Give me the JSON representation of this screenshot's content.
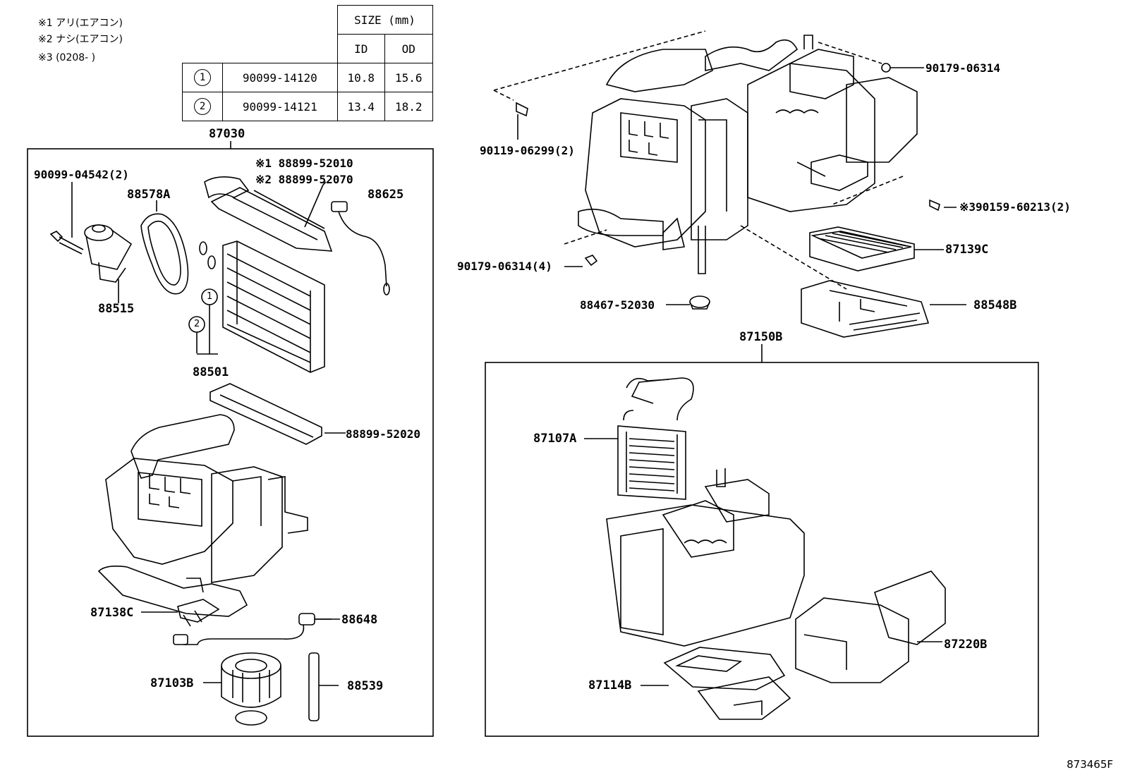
{
  "notes": [
    "※1 アリ(エアコン)",
    "※2 ナシ(エアコン)",
    "※3 (0208-   )"
  ],
  "size_table": {
    "header": "SIZE (mm)",
    "col_id": "ID",
    "col_od": "OD",
    "rows": [
      {
        "mark": "1",
        "part": "90099-14120",
        "id": "10.8",
        "od": "15.6"
      },
      {
        "mark": "2",
        "part": "90099-14121",
        "id": "13.4",
        "od": "18.2"
      }
    ]
  },
  "assembly_left": {
    "title": "87030",
    "parts": {
      "p90099_04542": "90099-04542(2)",
      "p88578A": "88578A",
      "p88515": "88515",
      "p88899_52010": "※1 88899-52010",
      "p88899_52070": "※2 88899-52070",
      "p88625": "88625",
      "p88501": "88501",
      "mark1": "1",
      "mark2": "2",
      "p88899_52020": "88899-52020",
      "p87138C": "87138C",
      "p88648": "88648",
      "p87103B": "87103B",
      "p88539": "88539"
    }
  },
  "top_right": {
    "p90179_06314_a": "90179-06314",
    "p90119_06299": "90119-06299(2)",
    "p90159_60213": "※390159-60213(2)",
    "p87139C": "87139C",
    "p90179_06314_b": "90179-06314(4)",
    "p88467_52030": "88467-52030",
    "p88548B": "88548B"
  },
  "assembly_right": {
    "title": "87150B",
    "parts": {
      "p87107A": "87107A",
      "p87220B": "87220B",
      "p87114B": "87114B"
    }
  },
  "figure_code": "873465F"
}
